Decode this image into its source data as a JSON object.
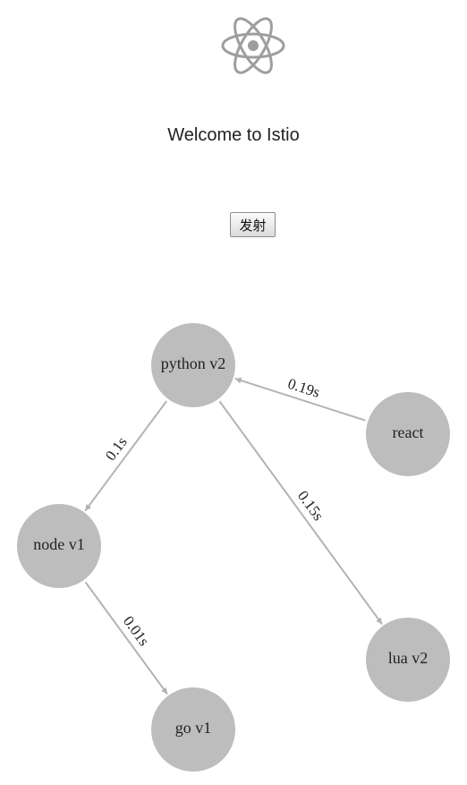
{
  "header": {
    "logo_icon": "atom-icon",
    "welcome_text": "Welcome to Istio"
  },
  "toolbar": {
    "fire_label": "发射"
  },
  "graph": {
    "node_color": "#bdbdbd",
    "edge_color": "#b3b3b3",
    "nodes": [
      {
        "id": "python",
        "label": "python v2"
      },
      {
        "id": "react",
        "label": "react"
      },
      {
        "id": "node",
        "label": "node v1"
      },
      {
        "id": "lua",
        "label": "lua v2"
      },
      {
        "id": "go",
        "label": "go v1"
      }
    ],
    "edges": [
      {
        "from": "react",
        "to": "python",
        "label": "0.19s"
      },
      {
        "from": "python",
        "to": "node",
        "label": "0.1s"
      },
      {
        "from": "python",
        "to": "lua",
        "label": "0.15s"
      },
      {
        "from": "node",
        "to": "go",
        "label": "0.01s"
      }
    ]
  }
}
